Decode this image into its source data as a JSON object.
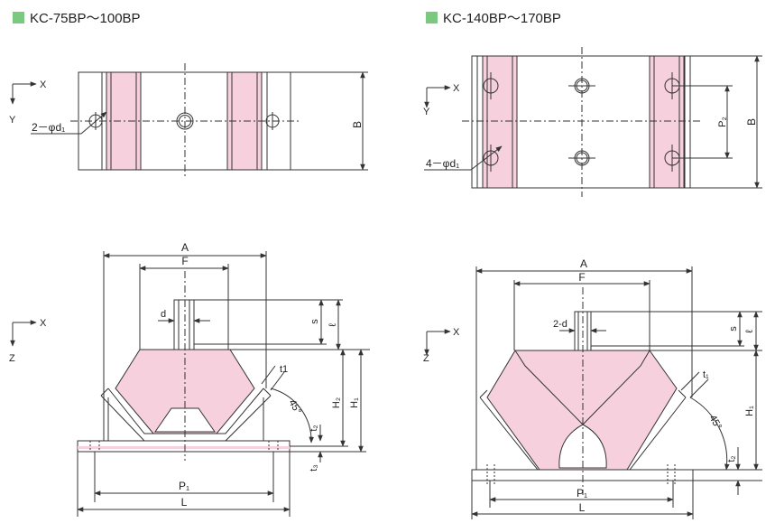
{
  "titles": {
    "left": "KC-75BP～100BP",
    "right": "KC-140BP～170BP"
  },
  "colors": {
    "rubber": "#f6d0dd",
    "line": "#333333",
    "marker": "#7bc97f"
  },
  "left_top": {
    "axis_x": "X",
    "axis_y": "Y",
    "hole_label": "2－φd₁",
    "dim_B": "B"
  },
  "left_bottom": {
    "axis_x": "X",
    "axis_z": "Z",
    "dim_A": "A",
    "dim_F": "F",
    "dim_d": "d",
    "dim_s": "s",
    "dim_l": "ℓ",
    "dim_t1": "t1",
    "dim_45": "45°",
    "dim_H2": "H₂",
    "dim_H1": "H₁",
    "dim_t2": "t₂",
    "dim_t3": "t₃",
    "dim_P1": "P₁",
    "dim_L": "L"
  },
  "right_top": {
    "axis_x": "X",
    "axis_y": "Y",
    "hole_label": "4－φd₁",
    "dim_P2": "P₂",
    "dim_B": "B"
  },
  "right_bottom": {
    "axis_x": "X",
    "axis_z": "Z",
    "dim_A": "A",
    "dim_F": "F",
    "dim_2d": "2-d",
    "dim_s": "s",
    "dim_l": "ℓ",
    "dim_t1": "t₁",
    "dim_45": "45°",
    "dim_H1": "H₁",
    "dim_t2": "t₂",
    "dim_P1": "P₁",
    "dim_L": "L"
  }
}
